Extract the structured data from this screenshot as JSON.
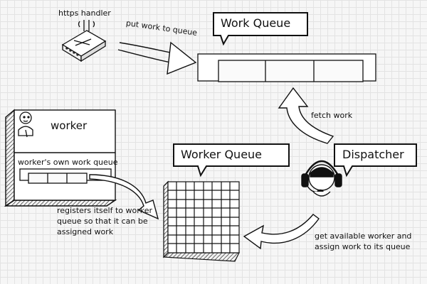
{
  "labels": {
    "https_handler": "https handler",
    "put_work": "put work to queue",
    "work_queue": "Work Queue",
    "fetch_work": "fetch work",
    "worker": "worker",
    "workers_queue": "worker's own work queue",
    "worker_queue": "Worker Queue",
    "dispatcher": "Dispatcher",
    "registers": "registers itself to worker queue so that it can be assigned work",
    "get_available": "get available worker and assign work to its queue"
  },
  "colors": {
    "background": "#f6f6f6",
    "grid": "#e3e3e3",
    "ink": "#111111"
  }
}
